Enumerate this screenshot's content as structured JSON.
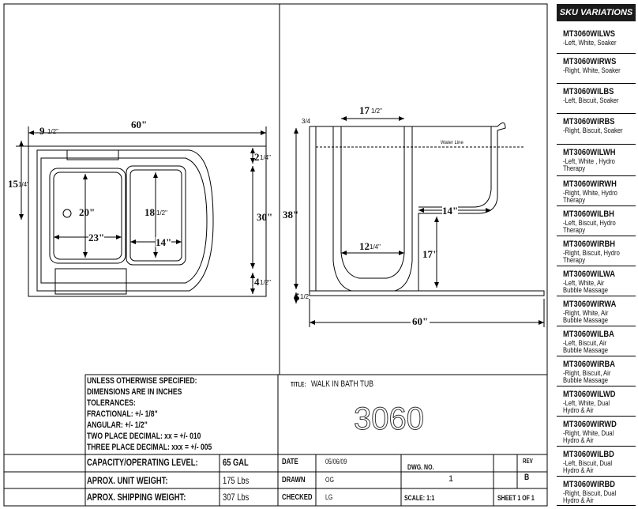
{
  "dimensions": {
    "top_total": "60\"",
    "top_left_offset": "9",
    "top_left_offset_frac": "1/2\"",
    "left_height": "15",
    "left_height_frac": "1/4\"",
    "right_top": "2",
    "right_top_frac": "1/4\"",
    "right_width": "30\"",
    "right_bottom": "4",
    "right_bottom_frac": "1/2\"",
    "seat_depth": "20\"",
    "seat_width": "23\"",
    "foot_depth": "18",
    "foot_depth_frac": "1/2\"",
    "foot_width": "14\"",
    "side_top_width": "17",
    "side_top_frac": "1/2\"",
    "side_rim": "3/4",
    "side_height": "38\"",
    "water_line": "Water Line",
    "side_step_width": "14\"",
    "side_bottom_width": "12",
    "side_bottom_frac": "1/4\"",
    "side_step_height": "17\"",
    "side_base": "5",
    "side_base_frac": "1/2",
    "side_total": "60\""
  },
  "notes": {
    "line1": "UNLESS OTHERWISE SPECIFIED:",
    "line2": "DIMENSIONS ARE IN INCHES",
    "line3": "TOLERANCES:",
    "line4": "FRACTIONAL: +/- 1/8\"",
    "line5": "ANGULAR: +/- 1/2\"",
    "line6": "TWO PLACE DECIMAL: xx = +/- 010",
    "line7": "THREE PLACE DECIMAL: xxx = +/- 005"
  },
  "title_block": {
    "title_label": "TITLE:",
    "title_value": "WALK IN BATH TUB",
    "model": "3060",
    "capacity_label": "CAPACITY/OPERATING LEVEL:",
    "capacity_value": "65 GAL",
    "unit_weight_label": "APROX. UNIT WEIGHT:",
    "unit_weight_value": "175 Lbs",
    "shipping_weight_label": "APROX. SHIPPING WEIGHT:",
    "shipping_weight_value": "307 Lbs",
    "date_label": "DATE",
    "date_value": "05/06/09",
    "drawn_label": "DRAWN",
    "drawn_value": "OG",
    "checked_label": "CHECKED",
    "checked_value": "LG",
    "dwg_label": "DWG. NO.",
    "dwg_value": "1",
    "rev_label": "REV",
    "rev_value": "B",
    "scale": "SCALE: 1:1",
    "sheet": "SHEET 1 OF 1"
  },
  "sku": {
    "heading": "SKU VARIATIONS",
    "items": [
      {
        "code": "MT3060WILWS",
        "desc": "-Left, White, Soaker"
      },
      {
        "code": "MT3060WIRWS",
        "desc": "-Right, White, Soaker"
      },
      {
        "code": "MT3060WILBS",
        "desc": "-Left, Biscuit, Soaker"
      },
      {
        "code": "MT3060WIRBS",
        "desc": "-Right, Biscuit, Soaker"
      },
      {
        "code": "MT3060WILWH",
        "desc": "-Left, White , Hydro Therapy"
      },
      {
        "code": "MT3060WIRWH",
        "desc": "-Right, White, Hydro Therapy"
      },
      {
        "code": "MT3060WILBH",
        "desc": "-Left, Biscuit, Hydro Therapy"
      },
      {
        "code": "MT3060WIRBH",
        "desc": "-Right, Biscuit, Hydro Therapy"
      },
      {
        "code": "MT3060WILWA",
        "desc": "-Left, White, Air Bubble Massage"
      },
      {
        "code": "MT3060WIRWA",
        "desc": "-Right, White, Air Bubble Massage"
      },
      {
        "code": "MT3060WILBA",
        "desc": "-Left, Biscuit, Air Bubble Massage"
      },
      {
        "code": "MT3060WIRBA",
        "desc": "-Right, Biscuit, Air Bubble Massage"
      },
      {
        "code": "MT3060WILWD",
        "desc": "-Left, White, Dual Hydro & Air"
      },
      {
        "code": "MT3060WIRWD",
        "desc": "-Right, White, Dual Hydro & Air"
      },
      {
        "code": "MT3060WILBD",
        "desc": "-Left, Biscuit, Dual Hydro & Air"
      },
      {
        "code": "MT3060WIRBD",
        "desc": "-Right, Biscuit, Dual Hydro & Air"
      }
    ]
  }
}
